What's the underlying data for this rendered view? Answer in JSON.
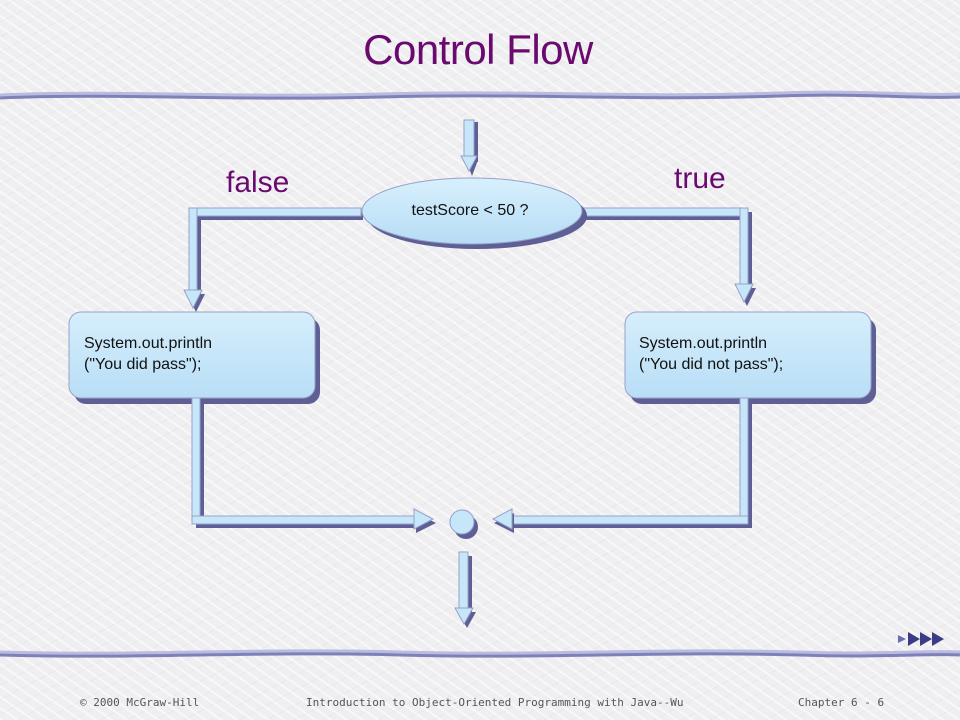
{
  "slide": {
    "title": "Control Flow"
  },
  "diagram": {
    "decision": "testScore < 50 ?",
    "false_label": "false",
    "true_label": "true",
    "false_statement": {
      "line1": "System.out.println",
      "line2": "(\"You did pass\");"
    },
    "true_statement": {
      "line1": "System.out.println",
      "line2": "(\"You did not pass\");"
    }
  },
  "footer": {
    "copyright": "© 2000 McGraw-Hill",
    "course": "Introduction to Object-Oriented Programming with Java--Wu",
    "page": "Chapter 6 - 6"
  },
  "colors": {
    "title": "#6a0a6e",
    "shape_fill": "#c6e6fa",
    "shape_shadow": "#5d5f95",
    "line_fill": "#c6e6fa"
  },
  "icons": {
    "next": "fast-forward-icon"
  }
}
